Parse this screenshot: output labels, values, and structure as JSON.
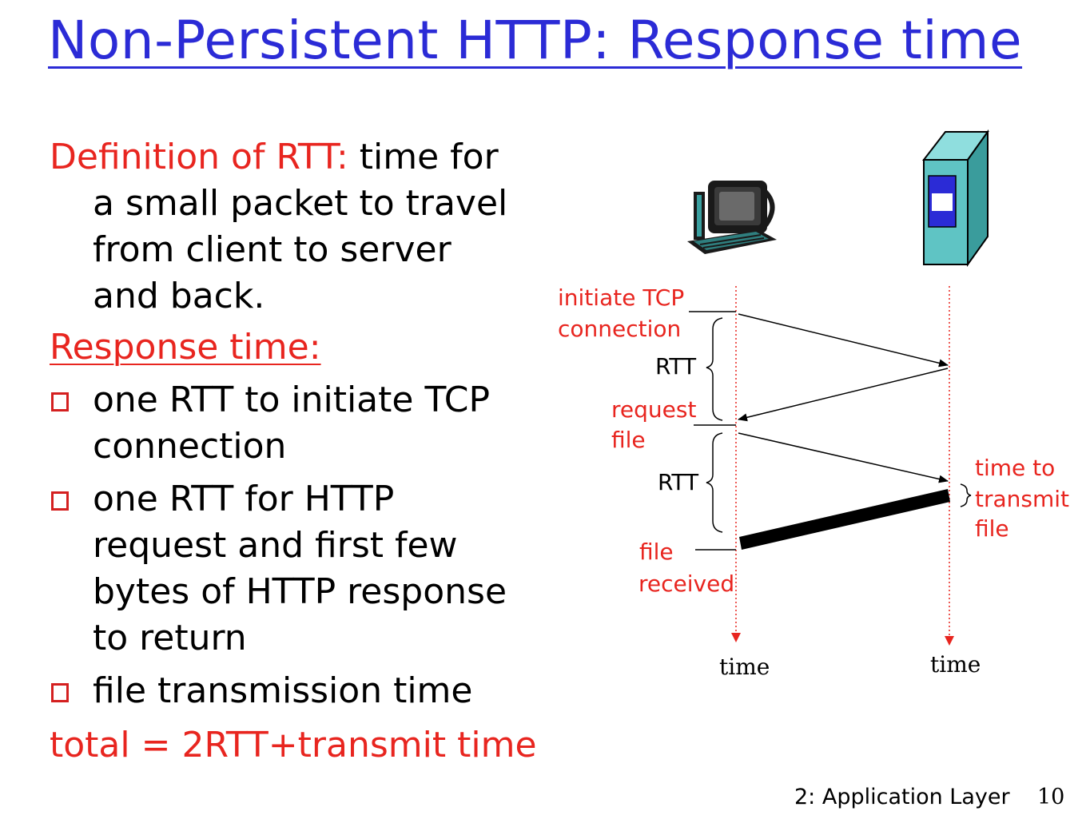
{
  "title": "Non-Persistent HTTP: Response time",
  "definition": {
    "label": "Definition of RTT:",
    "text_first": " time for",
    "lines": [
      "a small packet to travel",
      "from client to server",
      "and back."
    ]
  },
  "response": {
    "heading": "Response time:",
    "bullets": [
      [
        "one RTT to initiate TCP",
        "connection"
      ],
      [
        "one RTT for HTTP",
        "request and first few",
        "bytes of HTTP response",
        "to return"
      ],
      [
        "file transmission time"
      ]
    ],
    "total": "total = 2RTT+transmit time"
  },
  "diagram": {
    "initiate": [
      "initiate TCP",
      "connection"
    ],
    "rtt1": "RTT",
    "request": [
      "request",
      "file"
    ],
    "rtt2": "RTT",
    "time_to_transmit": [
      "time to",
      "transmit",
      "file"
    ],
    "file_received": [
      "file",
      "received"
    ],
    "time_left": "time",
    "time_right": "time",
    "colors": {
      "red": "#e8251f",
      "server": "#5fc4c4",
      "server_panel": "#2b2bd6"
    }
  },
  "footer": {
    "label": "2: Application Layer",
    "page": "10"
  }
}
